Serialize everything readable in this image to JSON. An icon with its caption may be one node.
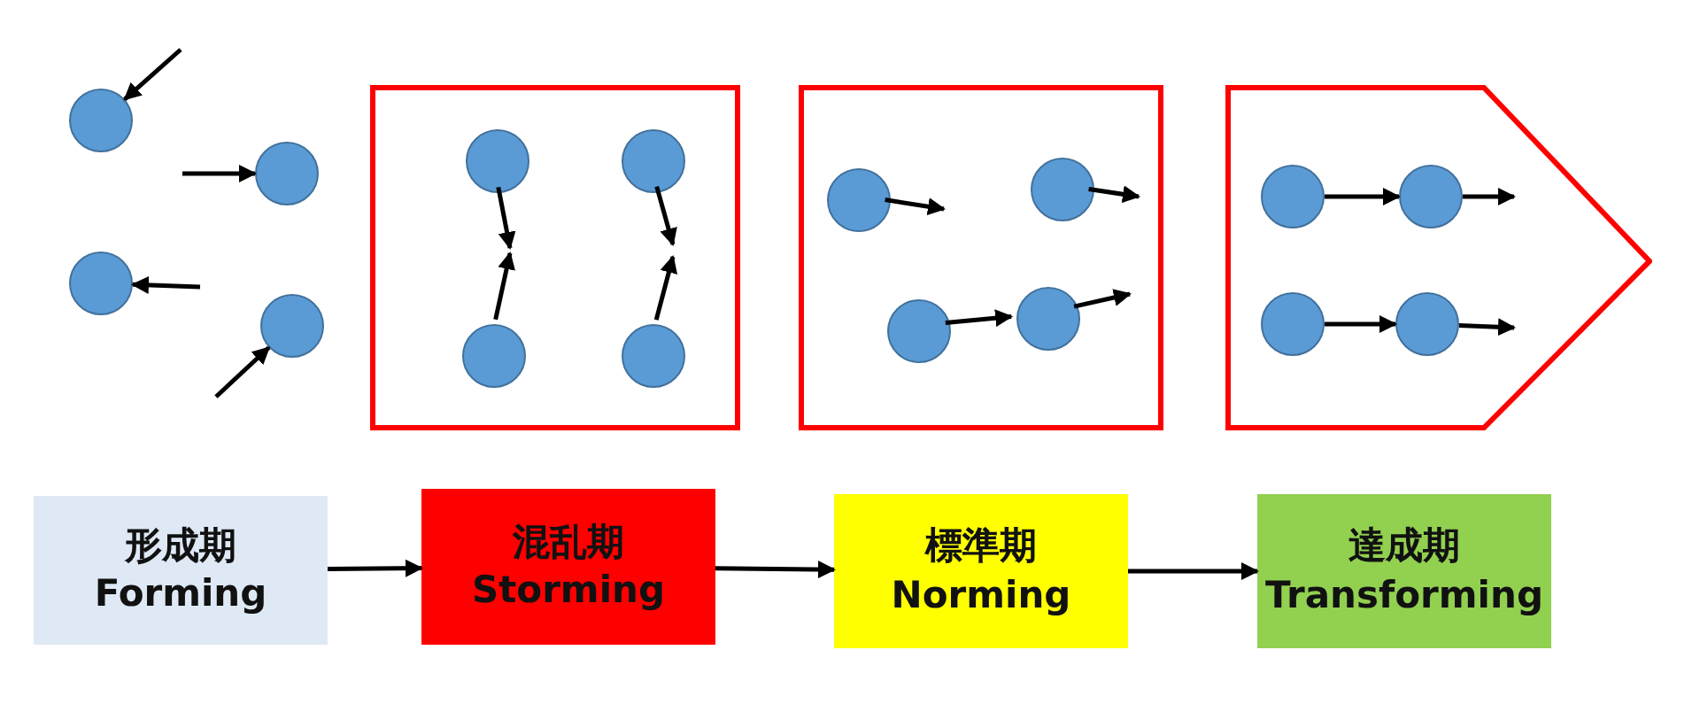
{
  "diagram": {
    "nodes": [
      {
        "text": [],
        "shape": "circle"
      },
      {
        "text": [],
        "shape": "circle"
      },
      {
        "text": [],
        "shape": "circle"
      },
      {
        "text": [],
        "shape": "circle"
      },
      {
        "text": [],
        "shape": "box"
      },
      {
        "text": [],
        "shape": "circle",
        "in": 4
      },
      {
        "text": [],
        "shape": "circle",
        "in": 4
      },
      {
        "text": [],
        "shape": "circle",
        "in": 4
      },
      {
        "text": [],
        "shape": "circle",
        "in": 4
      },
      {
        "text": [],
        "shape": "box"
      },
      {
        "text": [],
        "shape": "circle",
        "in": 9
      },
      {
        "text": [],
        "shape": "circle",
        "in": 9
      },
      {
        "text": [],
        "shape": "circle",
        "in": 9
      },
      {
        "text": [],
        "shape": "circle",
        "in": 9
      },
      {
        "text": [],
        "shape": "pentagon"
      },
      {
        "text": [],
        "shape": "circle",
        "in": 14
      },
      {
        "text": [],
        "shape": "circle",
        "in": 14
      },
      {
        "text": [],
        "shape": "circle",
        "in": 14
      },
      {
        "text": [],
        "shape": "circle",
        "in": 14
      },
      {
        "text": [
          "形成期",
          "Forming"
        ]
      },
      {
        "text": [
          "混乱期",
          "Storming"
        ]
      },
      {
        "text": [
          "標準期",
          "Norming"
        ]
      },
      {
        "text": [
          "達成期",
          "Transforming"
        ]
      }
    ],
    "edges": [
      {
        "from": null,
        "to": 0,
        "arrow": "to"
      },
      {
        "from": null,
        "to": 1,
        "arrow": "to"
      },
      {
        "from": null,
        "to": 2,
        "arrow": "to"
      },
      {
        "from": null,
        "to": 3,
        "arrow": "to"
      },
      {
        "from": 5,
        "to": null,
        "arrow": "to"
      },
      {
        "from": 6,
        "to": null,
        "arrow": "to"
      },
      {
        "from": 7,
        "to": null,
        "arrow": "to"
      },
      {
        "from": 8,
        "to": null,
        "arrow": "to"
      },
      {
        "from": 10,
        "to": null,
        "arrow": "to"
      },
      {
        "from": 11,
        "to": null,
        "arrow": "to"
      },
      {
        "from": 12,
        "to": 13,
        "arrow": "to"
      },
      {
        "from": 13,
        "to": null,
        "arrow": "to"
      },
      {
        "from": 15,
        "to": 16,
        "arrow": "to"
      },
      {
        "from": 16,
        "to": null,
        "arrow": "to"
      },
      {
        "from": 17,
        "to": 18,
        "arrow": "to"
      },
      {
        "from": 18,
        "to": null,
        "arrow": "to"
      },
      {
        "from": 19,
        "to": 20,
        "arrow": "to"
      },
      {
        "from": 20,
        "to": 21,
        "arrow": "to"
      },
      {
        "from": 21,
        "to": 22,
        "arrow": "to"
      }
    ]
  }
}
